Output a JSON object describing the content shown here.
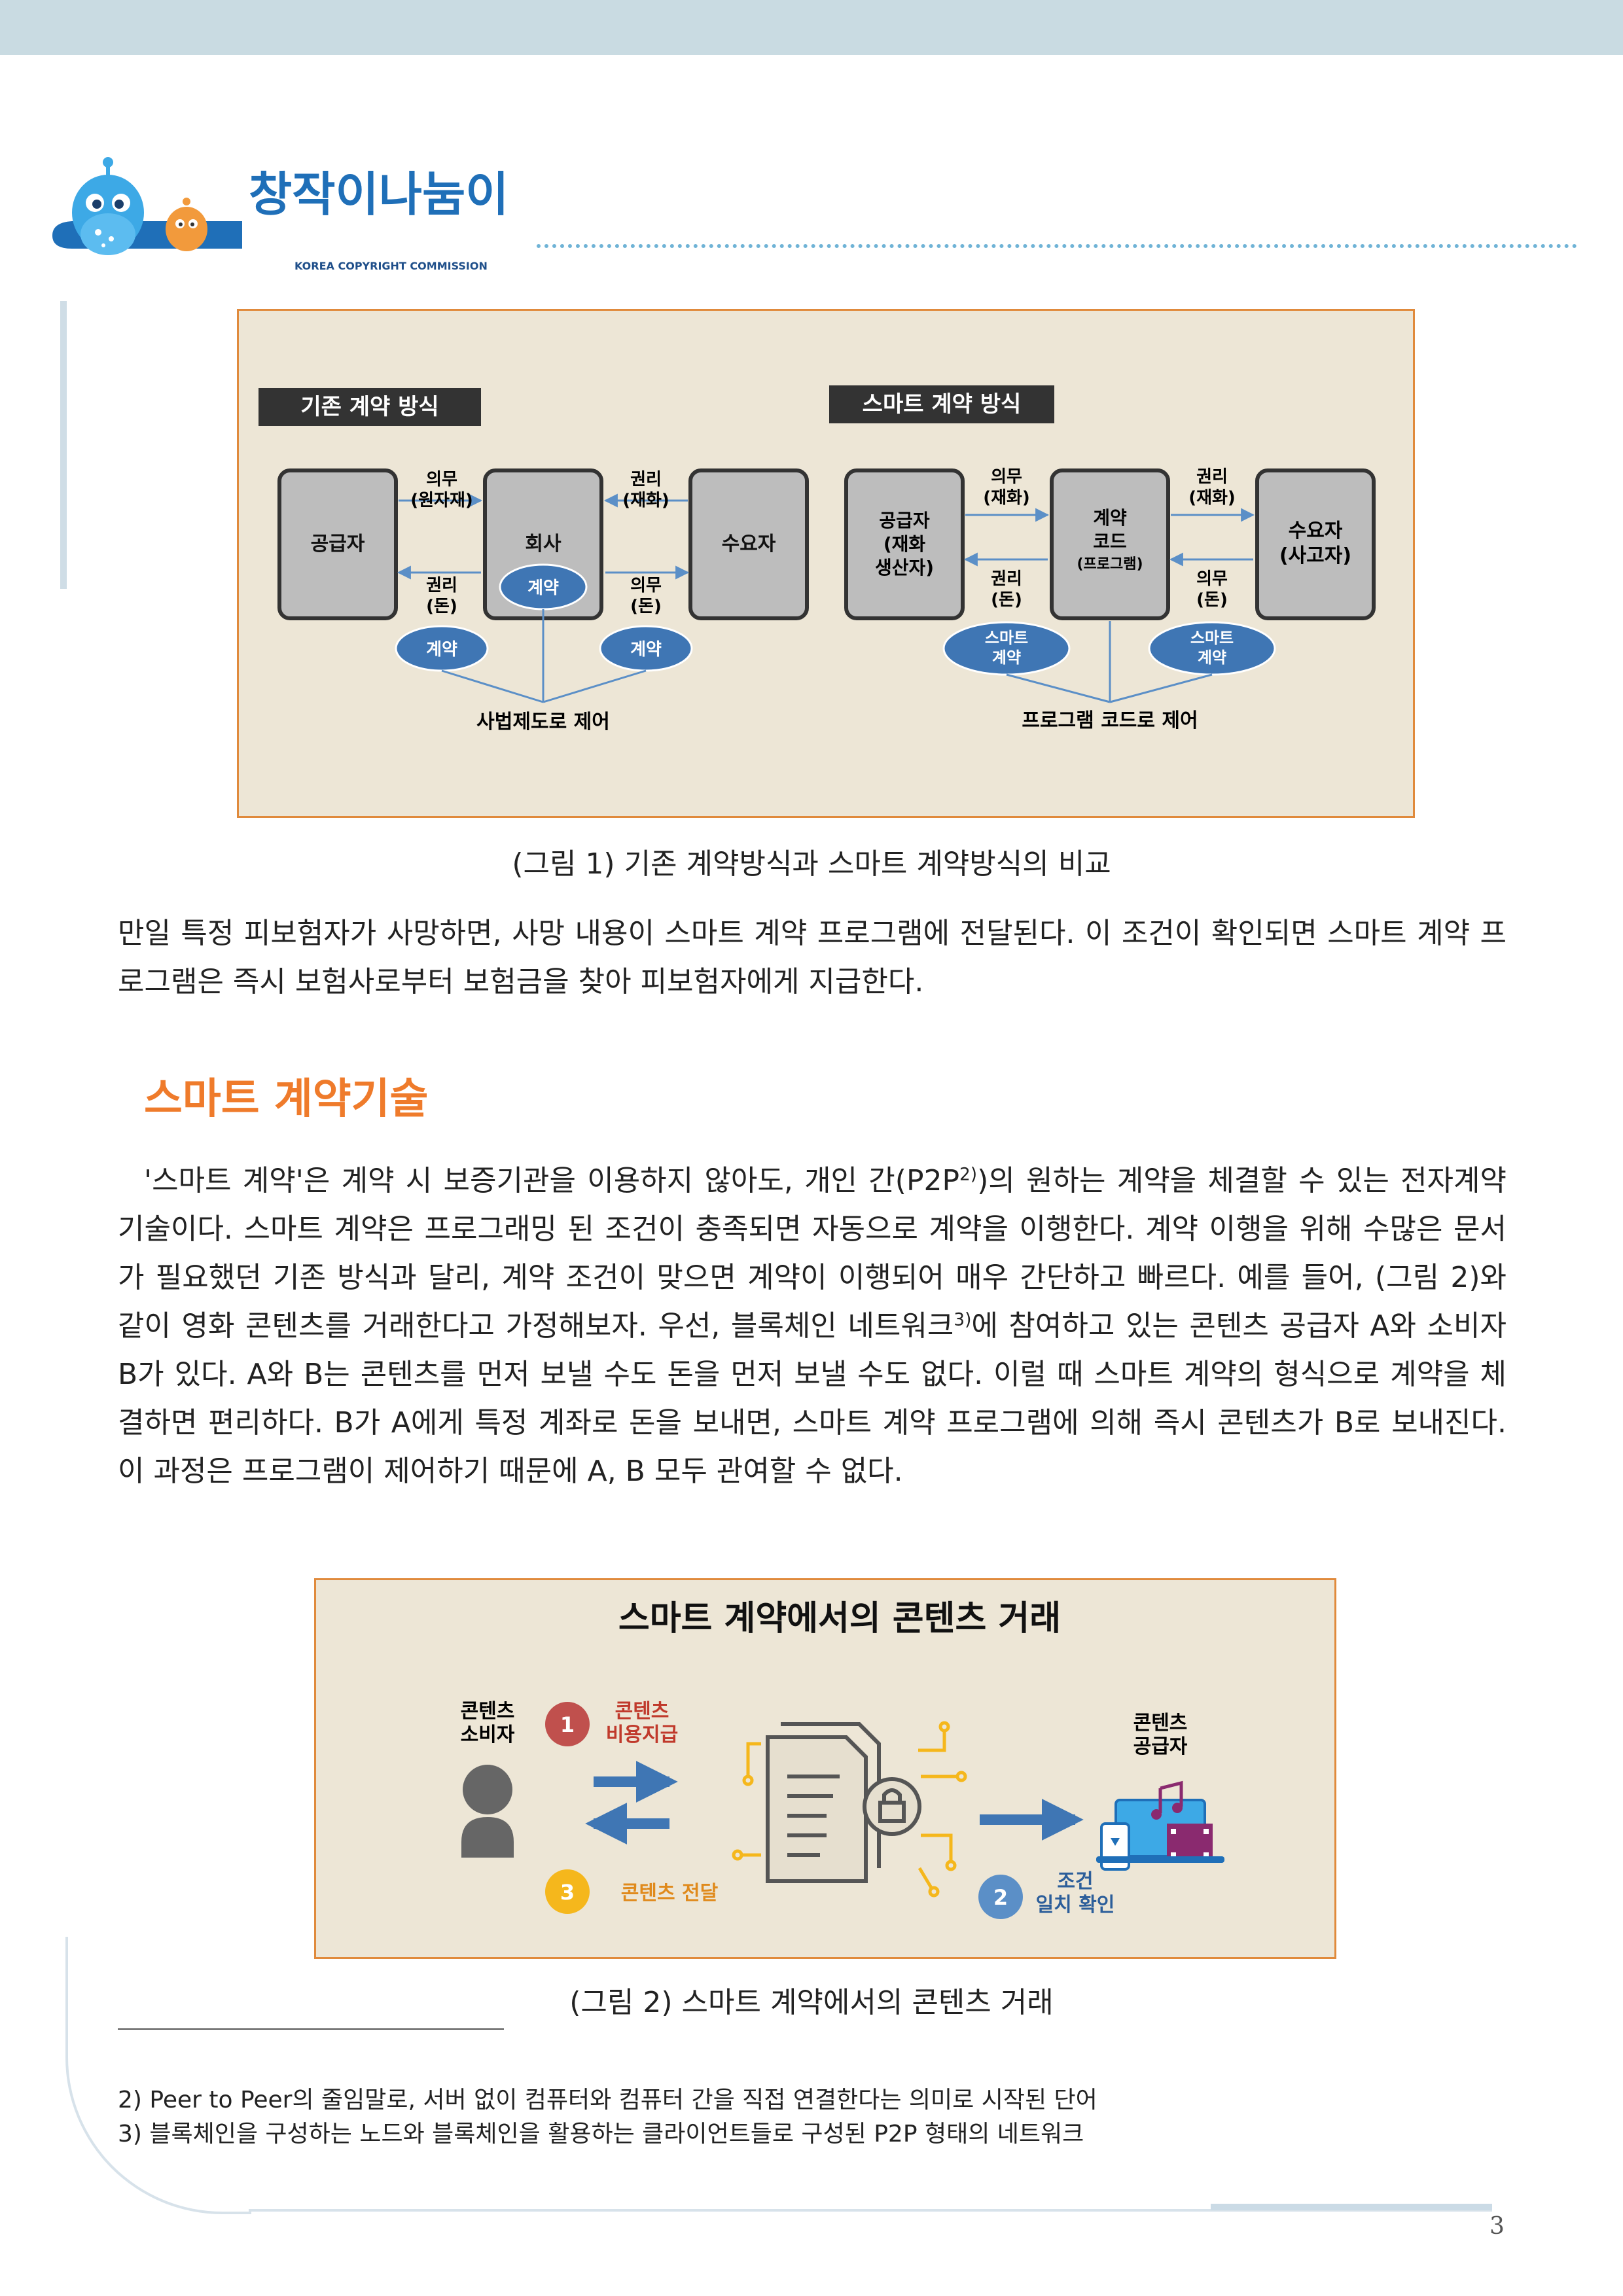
{
  "logo": {
    "title": "창작이나눔이",
    "subtitle": "Changjagi & Nanumi",
    "org": "KOREA COPYRIGHT COMMISSION"
  },
  "figure1": {
    "left_title": "기존 계약 방식",
    "right_title": "스마트 계약 방식",
    "left": {
      "box1": "공급자",
      "box2": "회사",
      "box3": "수요자",
      "arrow1_top": [
        "의무",
        "(원자재)"
      ],
      "arrow1_bottom": [
        "권리",
        "(돈)"
      ],
      "arrow2_top": [
        "권리",
        "(재화)"
      ],
      "arrow2_bottom": [
        "의무",
        "(돈)"
      ],
      "contract_center": "계약",
      "contract_left": "계약",
      "contract_right": "계약",
      "control": "사법제도로 제어"
    },
    "right": {
      "box1": [
        "공급자",
        "(재화",
        "생산자)"
      ],
      "box2": [
        "계약",
        "코드",
        "(프로그램)"
      ],
      "box3": [
        "수요자",
        "(사고자)"
      ],
      "arrow1_top": [
        "의무",
        "(재화)"
      ],
      "arrow1_bottom": [
        "권리",
        "(돈)"
      ],
      "arrow2_top": [
        "권리",
        "(재화)"
      ],
      "arrow2_bottom": [
        "의무",
        "(돈)"
      ],
      "contract_left": [
        "스마트",
        "계약"
      ],
      "contract_right": [
        "스마트",
        "계약"
      ],
      "control": "프로그램 코드로 제어"
    },
    "caption": "(그림 1) 기존 계약방식과 스마트 계약방식의 비교"
  },
  "para1": "만일 특정 피보험자가 사망하면, 사망 내용이 스마트 계약 프로그램에 전달된다. 이 조건이 확인되면 스마트 계약 프로그램은 즉시 보험사로부터 보험금을 찾아 피보험자에게 지급한다.",
  "heading": "스마트 계약기술",
  "para2": {
    "part1": "'스마트 계약'은 계약 시 보증기관을 이용하지 않아도, 개인 간(P2P",
    "sup1": "2)",
    "part2": ")의 원하는 계약을 체결할 수 있는 전자계약 기술이다. 스마트 계약은 프로그래밍 된 조건이 충족되면 자동으로 계약을 이행한다. 계약 이행을 위해 수많은 문서가 필요했던 기존 방식과 달리, 계약 조건이 맞으면 계약이 이행되어 매우 간단하고 빠르다. 예를 들어, (그림 2)와 같이 영화 콘텐츠를 거래한다고 가정해보자. 우선, 블록체인 네트워크",
    "sup2": "3)",
    "part3": "에 참여하고 있는 콘텐츠 공급자 A와 소비자 B가 있다. A와 B는 콘텐츠를 먼저 보낼 수도 돈을 먼저 보낼 수도 없다. 이럴 때 스마트 계약의 형식으로 계약을 체결하면 편리하다. B가 A에게 특정 계좌로 돈을 보내면, 스마트 계약 프로그램에 의해 즉시 콘텐츠가 B로 보내진다. 이 과정은 프로그램이 제어하기 때문에 A, B 모두 관여할 수 없다."
  },
  "figure2": {
    "title": "스마트 계약에서의 콘텐츠 거래",
    "consumer": [
      "콘텐츠",
      "소비자"
    ],
    "supplier": [
      "콘텐츠",
      "공급자"
    ],
    "step1_num": "1",
    "step1": [
      "콘텐츠",
      "비용지급"
    ],
    "step2_num": "2",
    "step2": [
      "조건",
      "일치 확인"
    ],
    "step3_num": "3",
    "step3": "콘텐츠 전달",
    "caption": "(그림 2) 스마트 계약에서의 콘텐츠 거래"
  },
  "footnotes": [
    "2) Peer to Peer의 줄임말로, 서버 없이 컴퓨터와 컴퓨터 간을 직접 연결한다는 의미로 시작된 단어",
    "3) 블록체인을 구성하는 노드와 블록체인을 활용하는 클라이언트들로 구성된 P2P 형태의 네트워크"
  ],
  "page_number": "3",
  "colors": {
    "heading": "#ef7b2b",
    "figure_border": "#e08a3c",
    "figure_bg": "#ede6d6",
    "contract_oval": "#3f76b4",
    "arrow": "#5b8fc7"
  }
}
